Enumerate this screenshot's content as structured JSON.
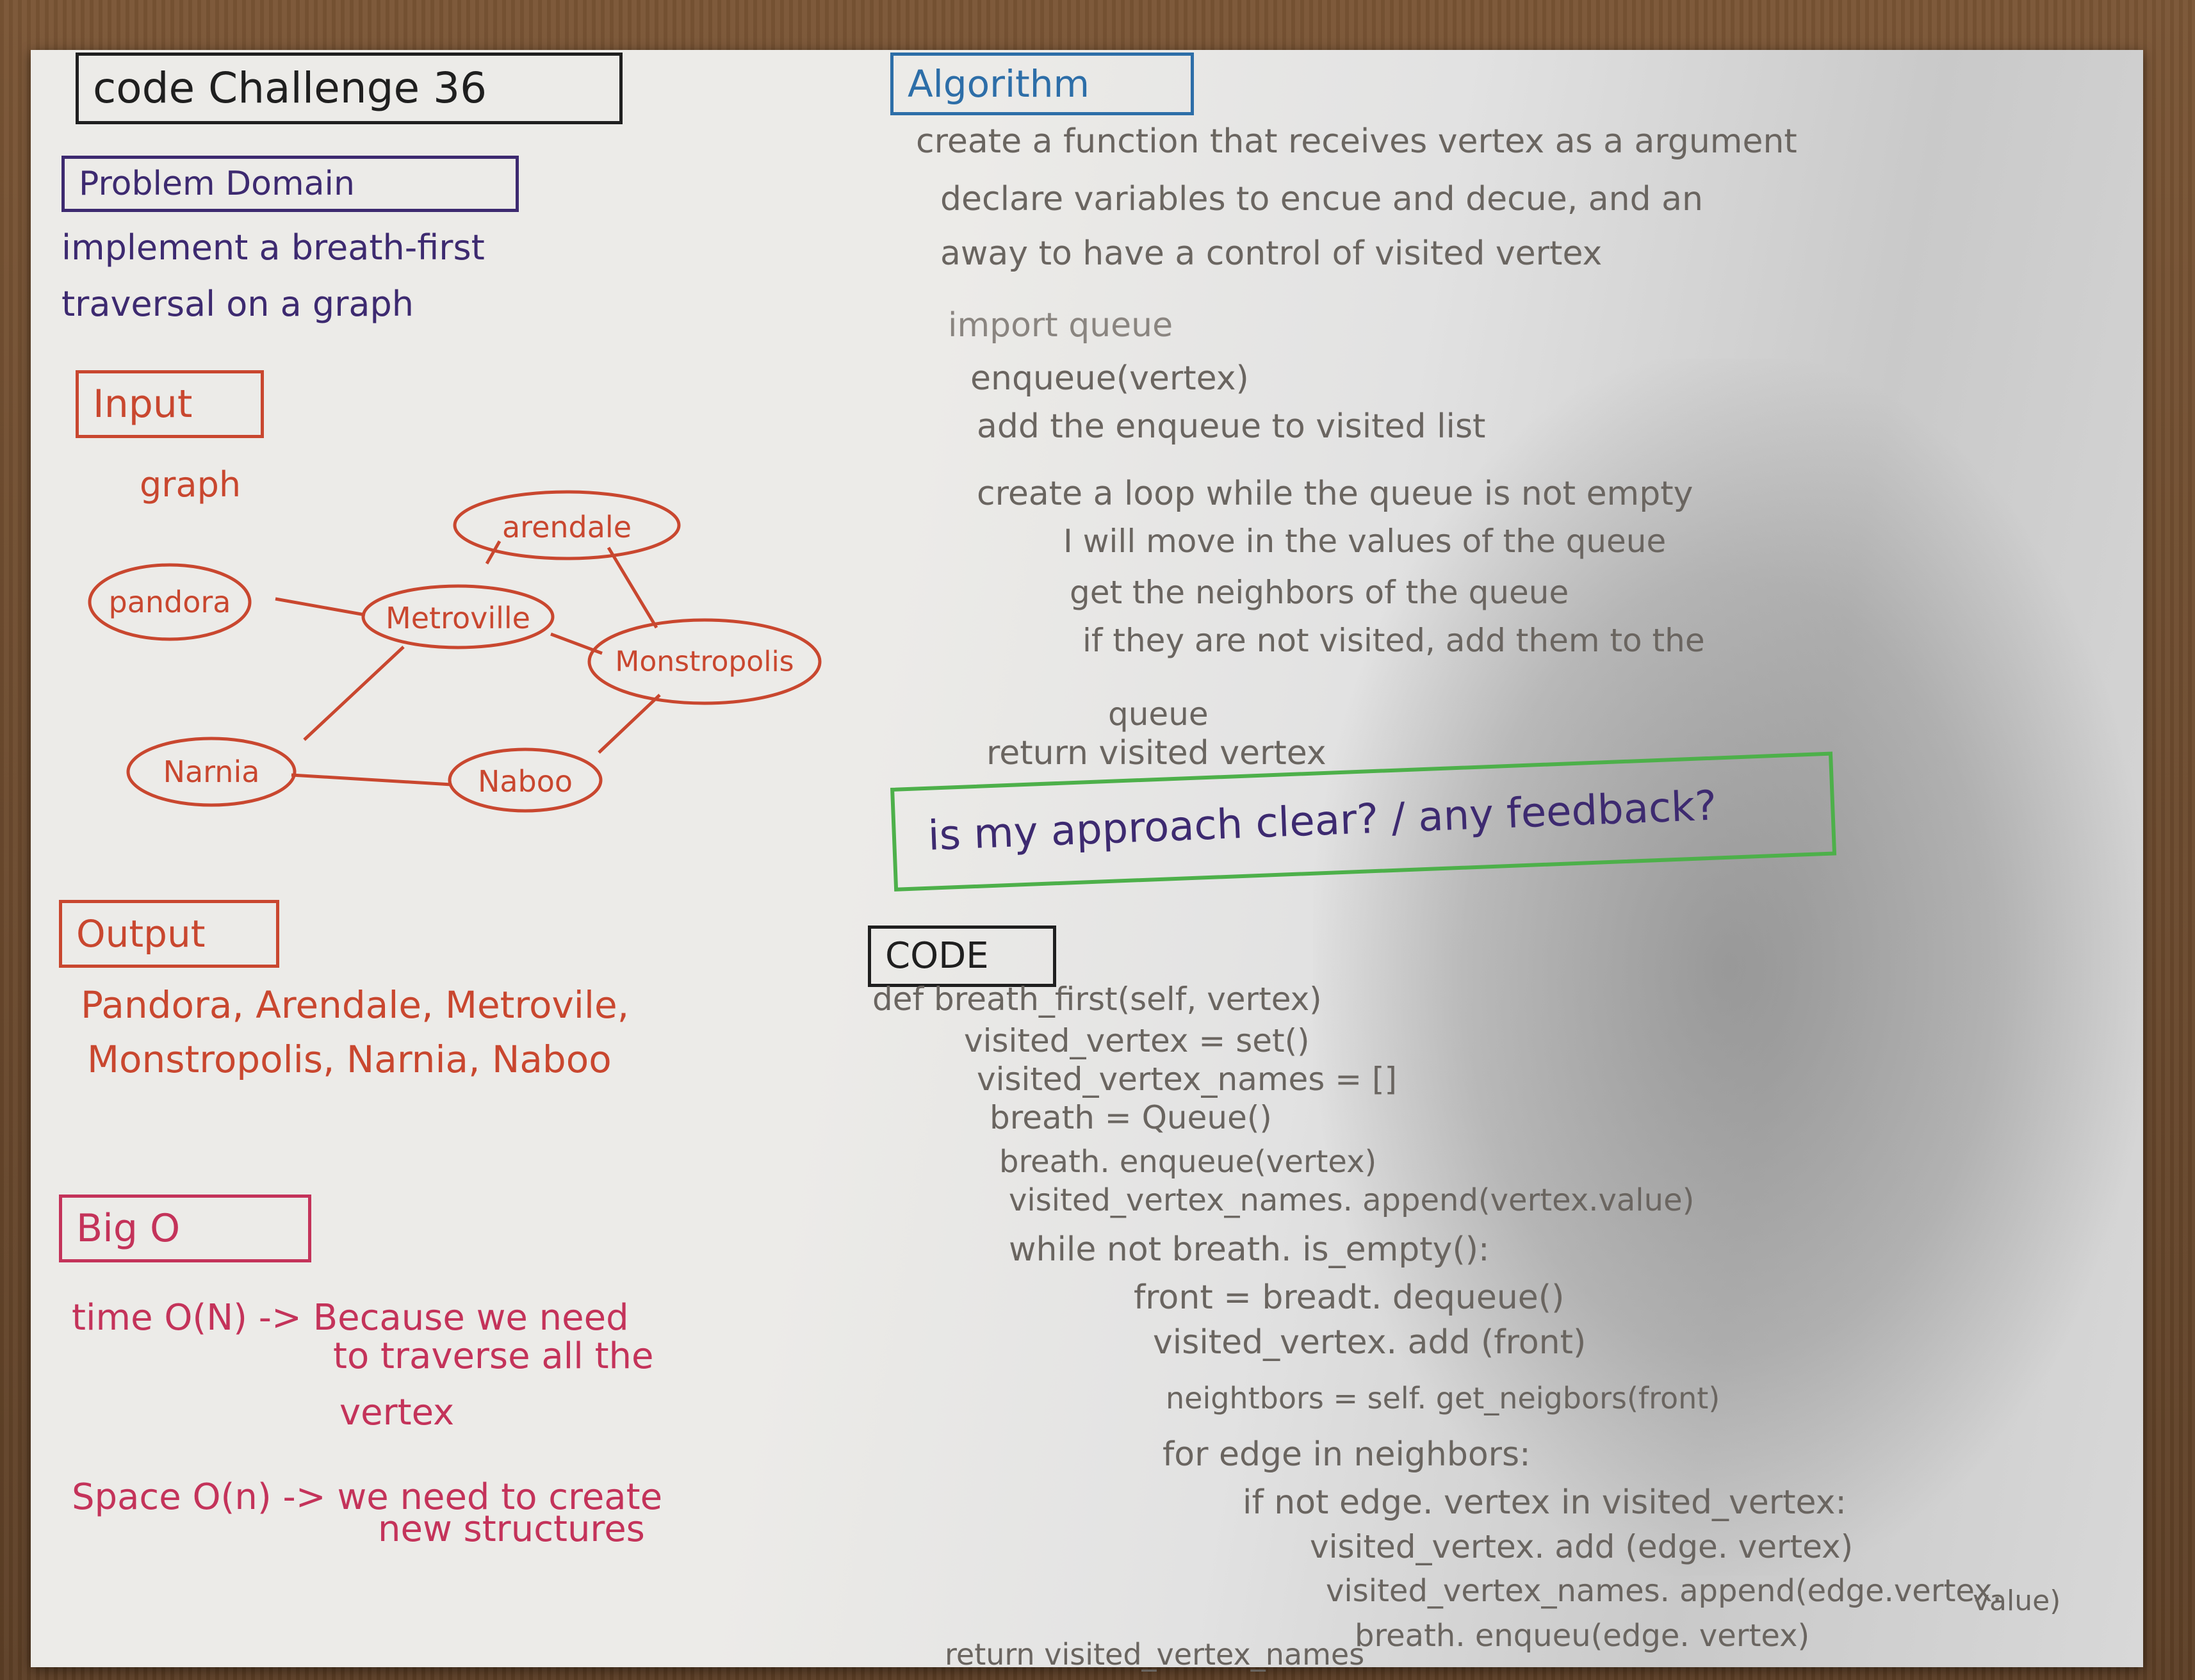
{
  "title": "code Challenge 36",
  "problem_domain": {
    "heading": "Problem Domain",
    "lines": [
      "implement a breath-first",
      "traversal on a graph"
    ]
  },
  "input": {
    "heading": "Input",
    "label": "graph",
    "nodes": [
      "arendale",
      "pandora",
      "Metroville",
      "Monstropolis",
      "Narnia",
      "Naboo"
    ]
  },
  "output": {
    "heading": "Output",
    "lines": [
      "Pandora, Arendale, Metrovile,",
      "Monstropolis, Narnia, Naboo"
    ]
  },
  "big_o": {
    "heading": "Big O",
    "time_line1": "time O(N) -> Because we need",
    "time_line2": "to traverse all the",
    "time_line3": "vertex",
    "space_line1": "Space O(n) -> we need to create",
    "space_line2": "new structures"
  },
  "algorithm": {
    "heading": "Algorithm",
    "lines": [
      "create a function that receives vertex as a argument",
      "declare variables to encue and decue, and an",
      "away to have a control of visited vertex",
      "import queue",
      "enqueue(vertex)",
      "add the enqueue to visited list",
      "create a loop while the queue is not empty",
      "I will move in the values of the queue",
      "get the neighbors of the queue",
      "if they are not visited, add them to the",
      "queue",
      "return visited vertex"
    ]
  },
  "question": "is my approach clear? / any feedback?",
  "code": {
    "heading": "CODE",
    "lines": [
      "def breath_first(self, vertex)",
      "visited_vertex = set()",
      "visited_vertex_names = []",
      "breath = Queue()",
      "breath. enqueue(vertex)",
      "visited_vertex_names. append(vertex.value)",
      "while not breath. is_empty():",
      "front = breadt. dequeue()",
      "visited_vertex. add (front)",
      "neightbors = self. get_neigbors(front)",
      "for edge in neighbors:",
      "if not edge. vertex in visited_vertex:",
      "visited_vertex. add (edge. vertex)",
      "visited_vertex_names. append(edge.vertex.",
      "value)",
      "breath. enqueu(edge. vertex)",
      "return visited_vertex_names"
    ]
  }
}
